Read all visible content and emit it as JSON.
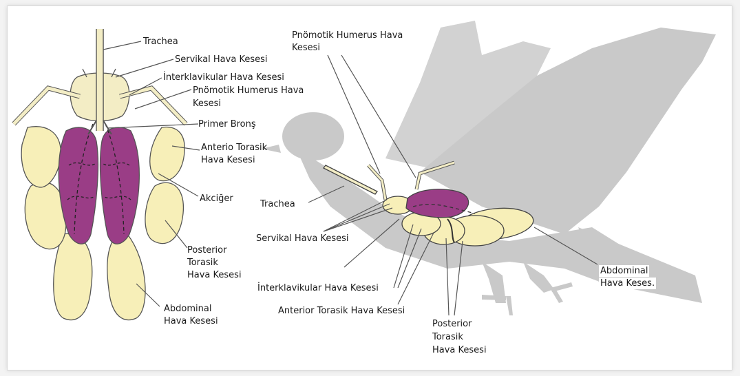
{
  "colors": {
    "air_sac": "#f7efb8",
    "lung": "#9a3d86",
    "bone": "#f3edc5",
    "silhouette": "#c9c9c9"
  },
  "left_diagram": {
    "labels": {
      "trachea": "Trachea",
      "servikal": "Servikal Hava Kesesi",
      "interklavikular": "İnterklavikular Hava Kesesi",
      "pnomotik_1": "Pnömotik Humerus Hava",
      "pnomotik_2": "Kesesi",
      "primer_bronS": "Primer Bronş",
      "anterio_1": "Anterio Torasik",
      "anterio_2": "Hava Kesesi",
      "akciger": "Akciğer",
      "posterior_1": "Posterior",
      "posterior_2": "Torasik",
      "posterior_3": "Hava Kesesi",
      "abdominal_1": "Abdominal",
      "abdominal_2": "Hava Kesesi"
    }
  },
  "right_diagram": {
    "labels": {
      "pnomotik_1": "Pnömotik Humerus Hava",
      "pnomotik_2": "Kesesi",
      "trachea": "Trachea",
      "servikal": "Servikal Hava Kesesi",
      "interklavikular": "İnterklavikular Hava Kesesi",
      "anterior": "Anterior Torasik Hava Kesesi",
      "posterior_1": "Posterior",
      "posterior_2": "Torasik",
      "posterior_3": "Hava Kesesi",
      "abdominal_1": "Abdominal",
      "abdominal_2": "Hava Keses."
    }
  }
}
